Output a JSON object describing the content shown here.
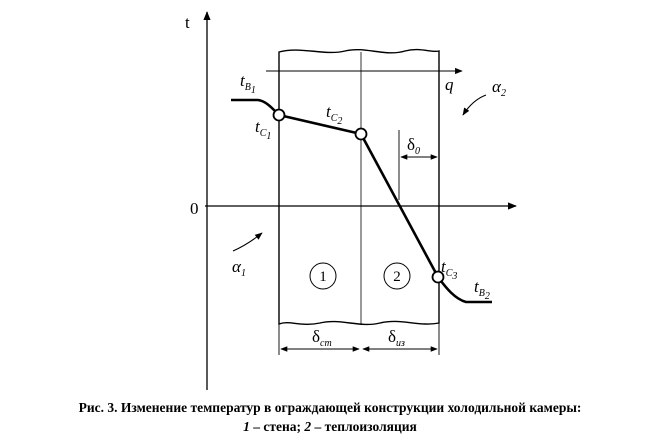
{
  "axes": {
    "t_label": "t",
    "zero_label": "0",
    "q_label": "q"
  },
  "points": {
    "t_B1": {
      "main": "t",
      "sub": "B",
      "subsub": "1"
    },
    "t_C1": {
      "main": "t",
      "sub": "C",
      "subsub": "1"
    },
    "t_C2": {
      "main": "t",
      "sub": "C",
      "subsub": "2"
    },
    "t_C3": {
      "main": "t",
      "sub": "C",
      "subsub": "3"
    },
    "t_B2": {
      "main": "t",
      "sub": "B",
      "subsub": "2"
    }
  },
  "coefficients": {
    "alpha1": {
      "main": "α",
      "sub": "1"
    },
    "alpha2": {
      "main": "α",
      "sub": "2"
    }
  },
  "dimensions": {
    "delta0": {
      "main": "δ",
      "sub": "0"
    },
    "delta_st": {
      "main": "δ",
      "sub": "ст"
    },
    "delta_iz": {
      "main": "δ",
      "sub": "из"
    }
  },
  "zones": {
    "zone1": "1",
    "zone2": "2"
  },
  "caption": {
    "line1": "Рис. 3.   Изменение температур в ограждающей конструкции холодильной камеры:",
    "line2_n1": "1",
    "line2_t1": " – стена; ",
    "line2_n2": "2",
    "line2_t2": " – теплоизоляция"
  }
}
